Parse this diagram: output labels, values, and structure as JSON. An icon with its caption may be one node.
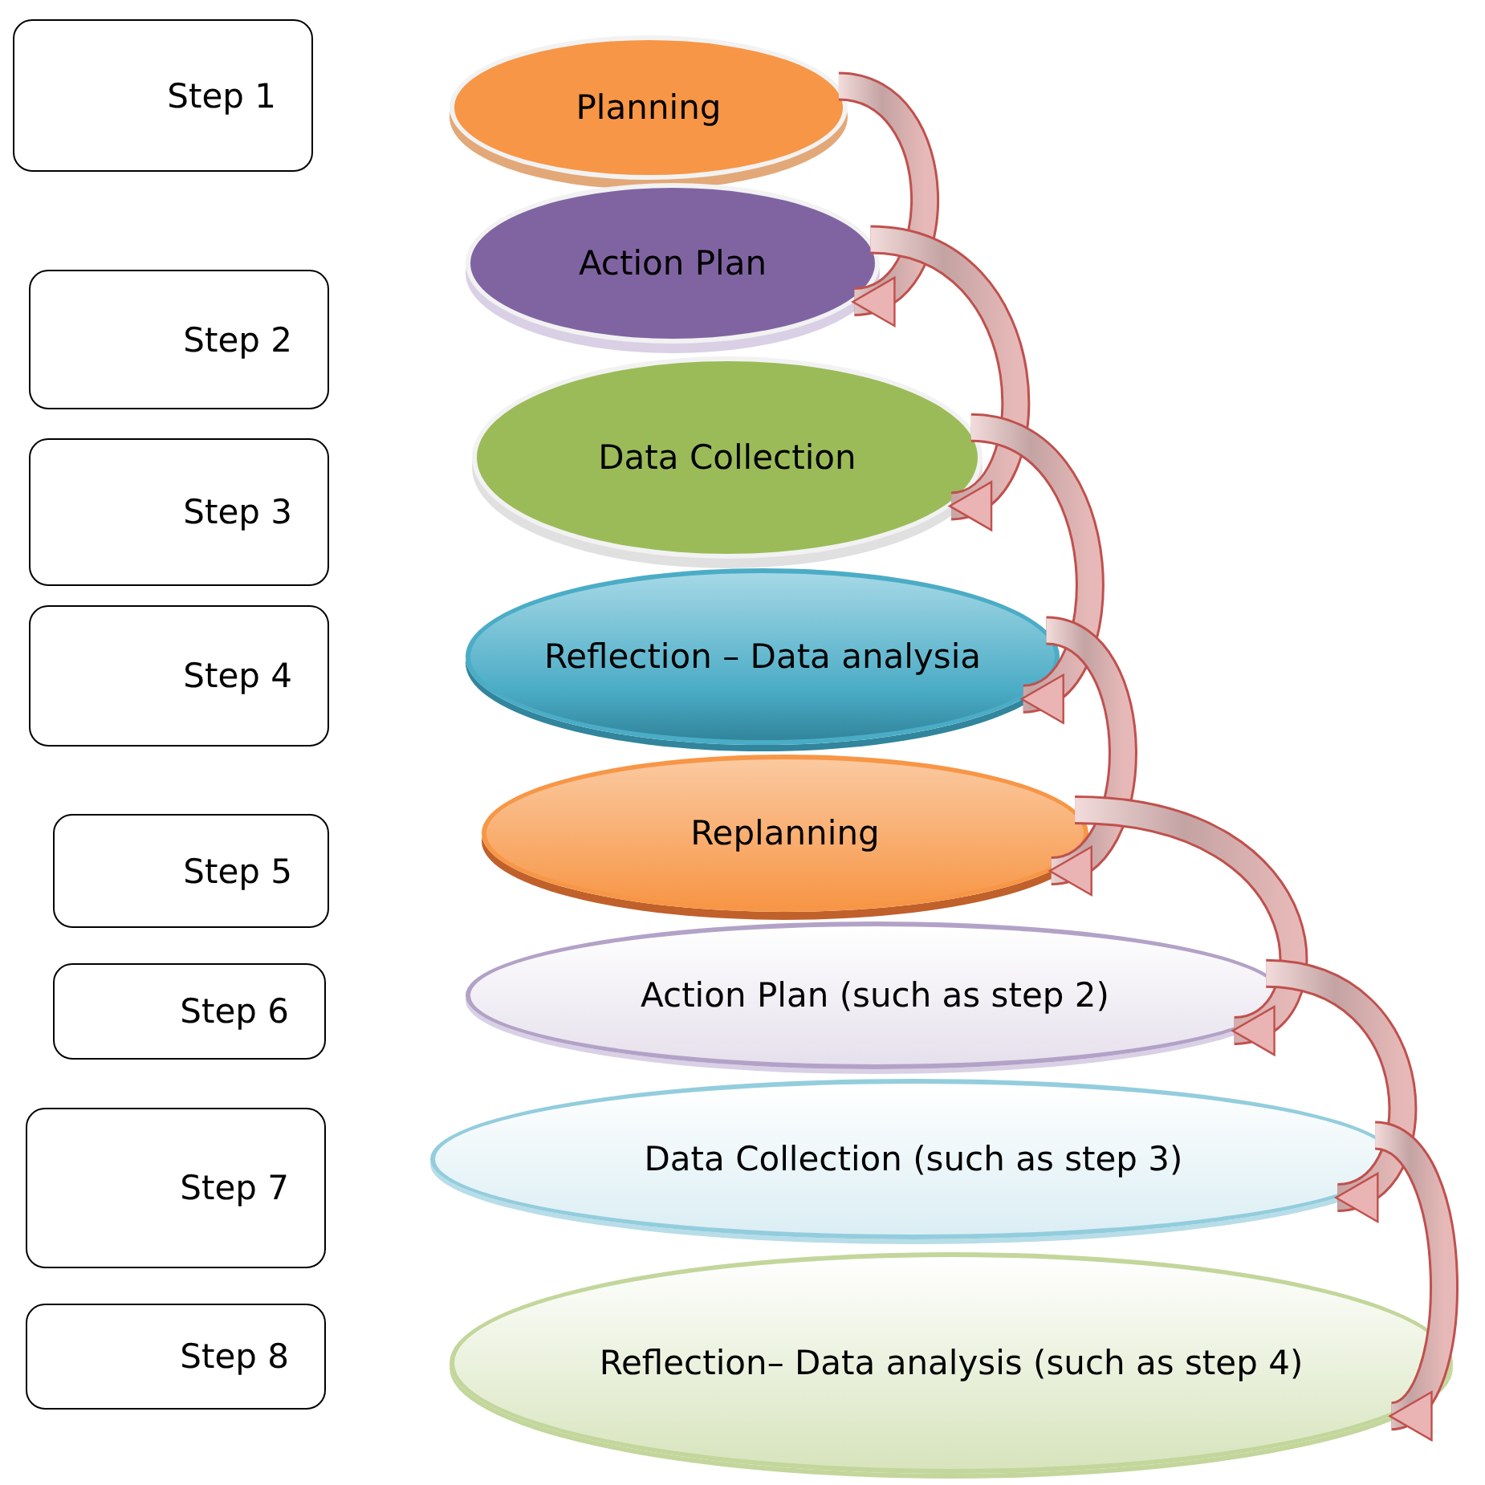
{
  "diagram": {
    "nodes": [
      {
        "text": [
          "Step 1"
        ]
      },
      {
        "text": [
          "Step 2"
        ]
      },
      {
        "text": [
          "Step 3"
        ]
      },
      {
        "text": [
          "Step 4"
        ]
      },
      {
        "text": [
          "Step 5"
        ]
      },
      {
        "text": [
          "Step 6"
        ]
      },
      {
        "text": [
          "Step 7"
        ]
      },
      {
        "text": [
          "Step 8"
        ]
      },
      {
        "text": [
          "Planning"
        ]
      },
      {
        "text": [
          "Action Plan"
        ]
      },
      {
        "text": [
          "Data Collection"
        ]
      },
      {
        "text": [
          "Reflection – Data analysia"
        ]
      },
      {
        "text": [
          "Replanning"
        ]
      },
      {
        "text": [
          "Action Plan (such as step 2)"
        ]
      },
      {
        "text": [
          "Data Collection (such as step 3)"
        ]
      },
      {
        "text": [
          "Reflection– Data analysis (such as step 4)"
        ]
      }
    ],
    "edges": [
      {
        "from": 8,
        "to": 9,
        "arrow": "to"
      },
      {
        "from": 9,
        "to": 10,
        "arrow": "to"
      },
      {
        "from": 10,
        "to": 11,
        "arrow": "to"
      },
      {
        "from": 11,
        "to": 12,
        "arrow": "to"
      },
      {
        "from": 12,
        "to": 13,
        "arrow": "to"
      },
      {
        "from": 13,
        "to": 14,
        "arrow": "to"
      },
      {
        "from": 14,
        "to": 15,
        "arrow": "to"
      }
    ]
  }
}
